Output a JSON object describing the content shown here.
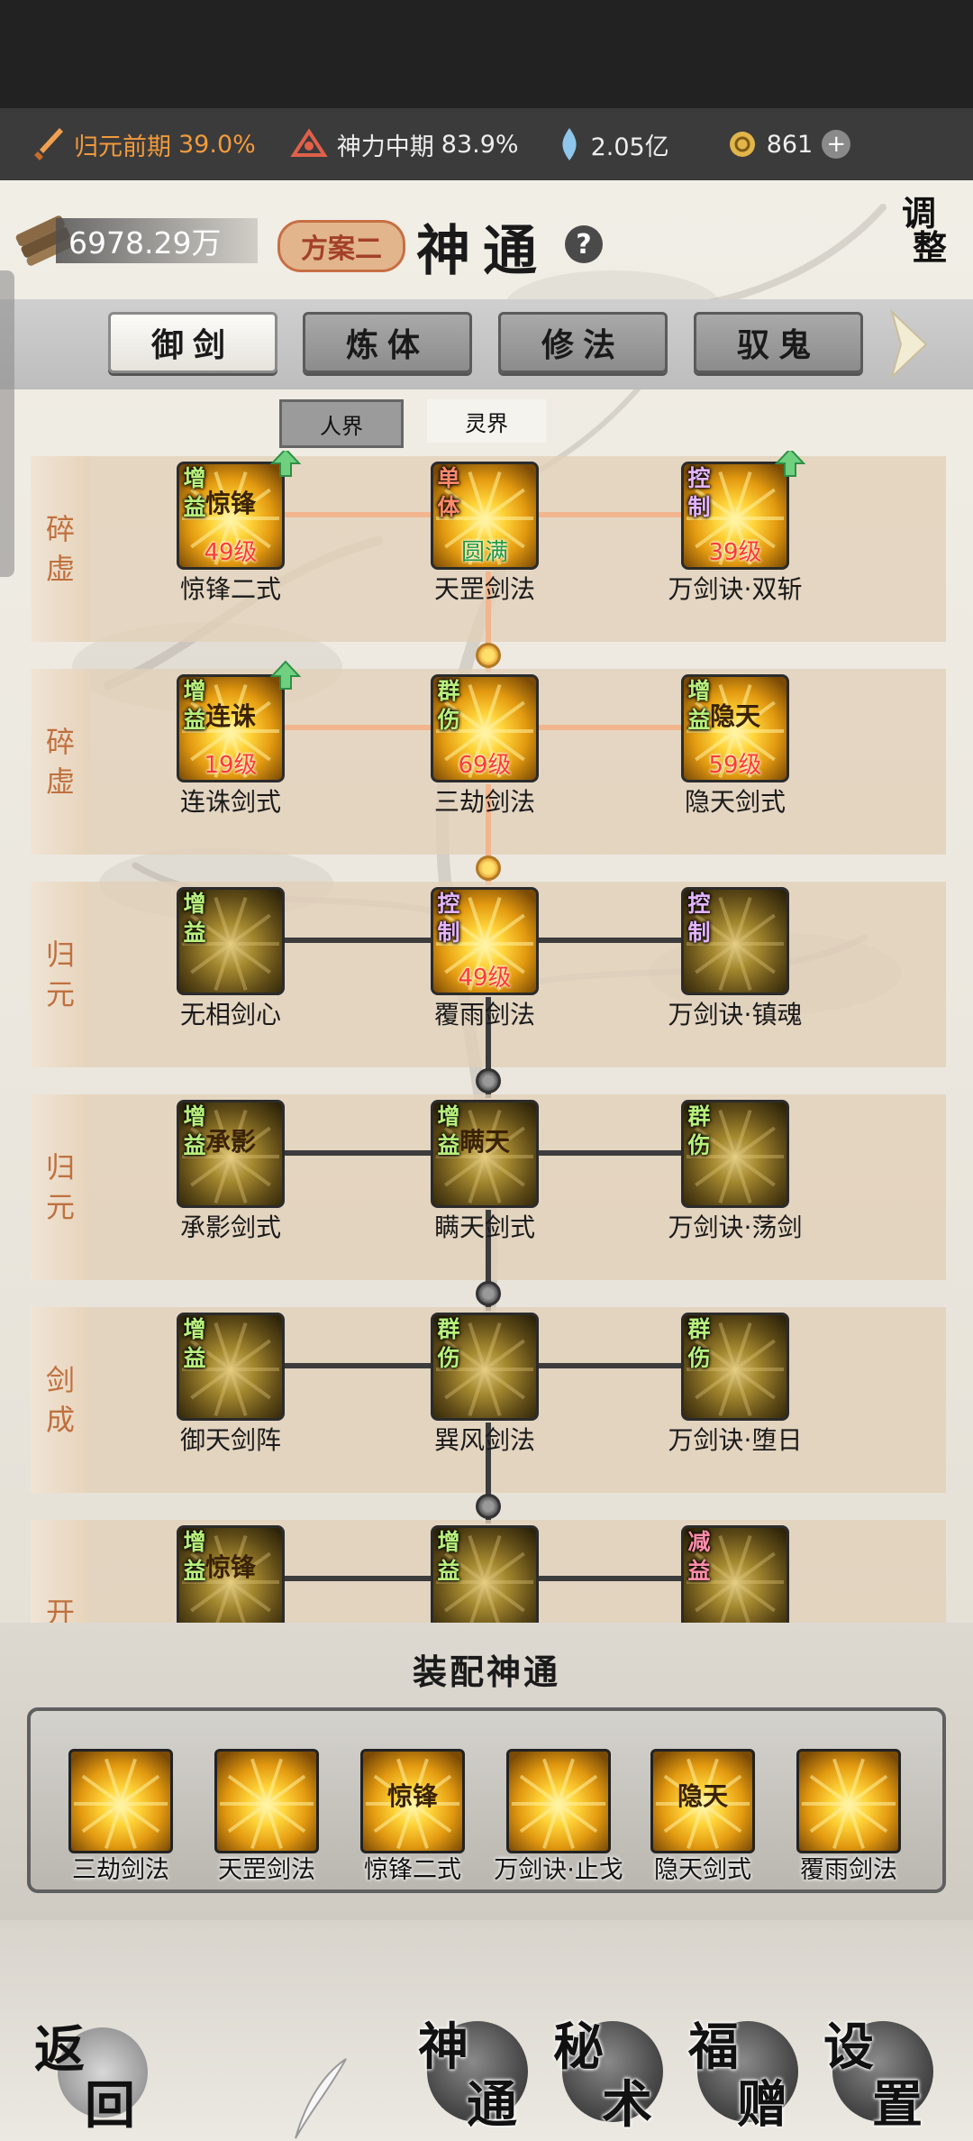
{
  "status_bar": {
    "cultivation_label": "归元前期",
    "cultivation_pct": "39.0%",
    "divine_label": "神力中期",
    "divine_pct": "83.9%",
    "spirit_stones": "2.05亿",
    "currency": "861"
  },
  "header": {
    "power": "6978.29万",
    "plan": "方案二",
    "title": "神通",
    "help": "?",
    "adjust": [
      "调",
      "整"
    ]
  },
  "category_tabs": [
    {
      "label": "御剑",
      "active": true
    },
    {
      "label": "炼体",
      "active": false
    },
    {
      "label": "修法",
      "active": false
    },
    {
      "label": "驭鬼",
      "active": false
    }
  ],
  "realm_tabs": [
    {
      "label": "人界",
      "active": true
    },
    {
      "label": "灵界",
      "active": false
    }
  ],
  "tree_rows": [
    {
      "label": [
        "碎",
        "虚"
      ],
      "skills": [
        {
          "name": "惊锋二式",
          "tag": [
            "增",
            "益"
          ],
          "tag_type": "buff",
          "level": "49级",
          "upgrade": true,
          "glyph": "惊锋",
          "lit": true
        },
        {
          "name": "天罡剑法",
          "tag": [
            "单",
            "体"
          ],
          "tag_type": "single",
          "level": "圆满",
          "upgrade": false,
          "glyph": "",
          "lit": true
        },
        {
          "name": "万剑诀·双斩",
          "tag": [
            "控",
            "制"
          ],
          "tag_type": "control",
          "level": "39级",
          "upgrade": true,
          "glyph": "",
          "lit": true
        }
      ]
    },
    {
      "label": [
        "碎",
        "虚"
      ],
      "skills": [
        {
          "name": "连诛剑式",
          "tag": [
            "增",
            "益"
          ],
          "tag_type": "buff",
          "level": "19级",
          "upgrade": true,
          "glyph": "连诛",
          "lit": true
        },
        {
          "name": "三劫剑法",
          "tag": [
            "群",
            "伤"
          ],
          "tag_type": "aoe",
          "level": "69级",
          "upgrade": false,
          "glyph": "",
          "lit": true
        },
        {
          "name": "隐天剑式",
          "tag": [
            "增",
            "益"
          ],
          "tag_type": "buff",
          "level": "59级",
          "upgrade": false,
          "glyph": "隐天",
          "lit": true
        }
      ]
    },
    {
      "label": [
        "归",
        "元"
      ],
      "skills": [
        {
          "name": "无相剑心",
          "tag": [
            "增",
            "益"
          ],
          "tag_type": "buff",
          "level": "",
          "upgrade": false,
          "glyph": "",
          "lit": false
        },
        {
          "name": "覆雨剑法",
          "tag": [
            "控",
            "制"
          ],
          "tag_type": "control",
          "level": "49级",
          "upgrade": false,
          "glyph": "",
          "lit": true
        },
        {
          "name": "万剑诀·镇魂",
          "tag": [
            "控",
            "制"
          ],
          "tag_type": "control",
          "level": "",
          "upgrade": false,
          "glyph": "",
          "lit": false
        }
      ]
    },
    {
      "label": [
        "归",
        "元"
      ],
      "skills": [
        {
          "name": "承影剑式",
          "tag": [
            "增",
            "益"
          ],
          "tag_type": "buff",
          "level": "",
          "upgrade": false,
          "glyph": "承影",
          "lit": false
        },
        {
          "name": "瞒天剑式",
          "tag": [
            "增",
            "益"
          ],
          "tag_type": "buff",
          "level": "",
          "upgrade": false,
          "glyph": "瞒天",
          "lit": false
        },
        {
          "name": "万剑诀·荡剑",
          "tag": [
            "群",
            "伤"
          ],
          "tag_type": "aoe",
          "level": "",
          "upgrade": false,
          "glyph": "",
          "lit": false
        }
      ]
    },
    {
      "label": [
        "剑",
        "成"
      ],
      "skills": [
        {
          "name": "御天剑阵",
          "tag": [
            "增",
            "益"
          ],
          "tag_type": "buff",
          "level": "",
          "upgrade": false,
          "glyph": "",
          "lit": false
        },
        {
          "name": "巽风剑法",
          "tag": [
            "群",
            "伤"
          ],
          "tag_type": "aoe",
          "level": "",
          "upgrade": false,
          "glyph": "",
          "lit": false
        },
        {
          "name": "万剑诀·堕日",
          "tag": [
            "群",
            "伤"
          ],
          "tag_type": "aoe",
          "level": "",
          "upgrade": false,
          "glyph": "",
          "lit": false
        }
      ]
    },
    {
      "label": [
        "开",
        ""
      ],
      "skills": [
        {
          "name": "",
          "tag": [
            "增",
            "益"
          ],
          "tag_type": "buff",
          "level": "",
          "upgrade": false,
          "glyph": "惊锋",
          "lit": false
        },
        {
          "name": "",
          "tag": [
            "增",
            "益"
          ],
          "tag_type": "buff",
          "level": "",
          "upgrade": false,
          "glyph": "",
          "lit": false
        },
        {
          "name": "",
          "tag": [
            "减",
            "益"
          ],
          "tag_type": "debuff",
          "level": "",
          "upgrade": false,
          "glyph": "",
          "lit": false
        }
      ]
    }
  ],
  "equip": {
    "title": "装配神通",
    "slots": [
      {
        "name": "三劫剑法",
        "glyph": ""
      },
      {
        "name": "天罡剑法",
        "glyph": ""
      },
      {
        "name": "惊锋二式",
        "glyph": "惊锋"
      },
      {
        "name": "万剑诀·止戈",
        "glyph": ""
      },
      {
        "name": "隐天剑式",
        "glyph": "隐天"
      },
      {
        "name": "覆雨剑法",
        "glyph": ""
      }
    ]
  },
  "bottom_nav": {
    "back": [
      "返",
      "回"
    ],
    "buttons": [
      {
        "t1": "神",
        "t2": "通"
      },
      {
        "t1": "秘",
        "t2": "术"
      },
      {
        "t1": "福",
        "t2": "赠"
      },
      {
        "t1": "设",
        "t2": "置"
      }
    ]
  }
}
